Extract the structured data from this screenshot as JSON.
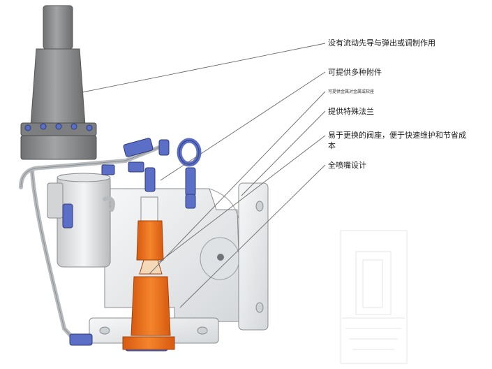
{
  "callouts": [
    {
      "text": "没有流动先导与弹出或调制作用"
    },
    {
      "text": "可提供多种附件"
    },
    {
      "text": "可提供金属对金属或软座"
    },
    {
      "text": "提供特殊法兰"
    },
    {
      "text": "易于更换的阀座，便于快速维护和节省成本"
    },
    {
      "text": "全喷嘴设计"
    }
  ],
  "colors": {
    "bonnet": "#8a8c8e",
    "body": "#eceef0",
    "nozzle": "#f07020",
    "fittings": "#5b6fc6",
    "leader": "#6a6a6a"
  }
}
